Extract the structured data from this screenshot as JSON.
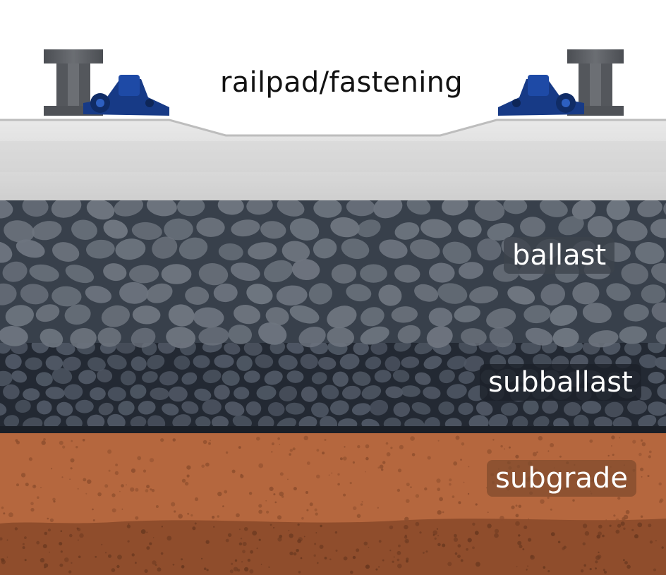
{
  "labels": {
    "fastening": "railpad/fastening",
    "ballast": "ballast",
    "subballast": "subballast",
    "subgrade": "subgrade"
  },
  "layers": [
    {
      "name": "sleeper",
      "fill": "#d9d9d9"
    },
    {
      "name": "ballast",
      "fill": "#38404b",
      "stone": "#6e757f"
    },
    {
      "name": "subballast",
      "fill": "#232933",
      "stone": "#4f5764"
    },
    {
      "name": "subgrade",
      "fill": "#b5673e",
      "speck": "#8d4e2d"
    },
    {
      "name": "deep-subgrade",
      "fill": "#8f4d2c",
      "speck": "#6b3920"
    }
  ],
  "colors": {
    "rail_steel": "#5a5d62",
    "clip_blue": "#173a86",
    "label_text": "#121212"
  },
  "icons": [
    "rail-icon",
    "fastening-clip-icon"
  ]
}
